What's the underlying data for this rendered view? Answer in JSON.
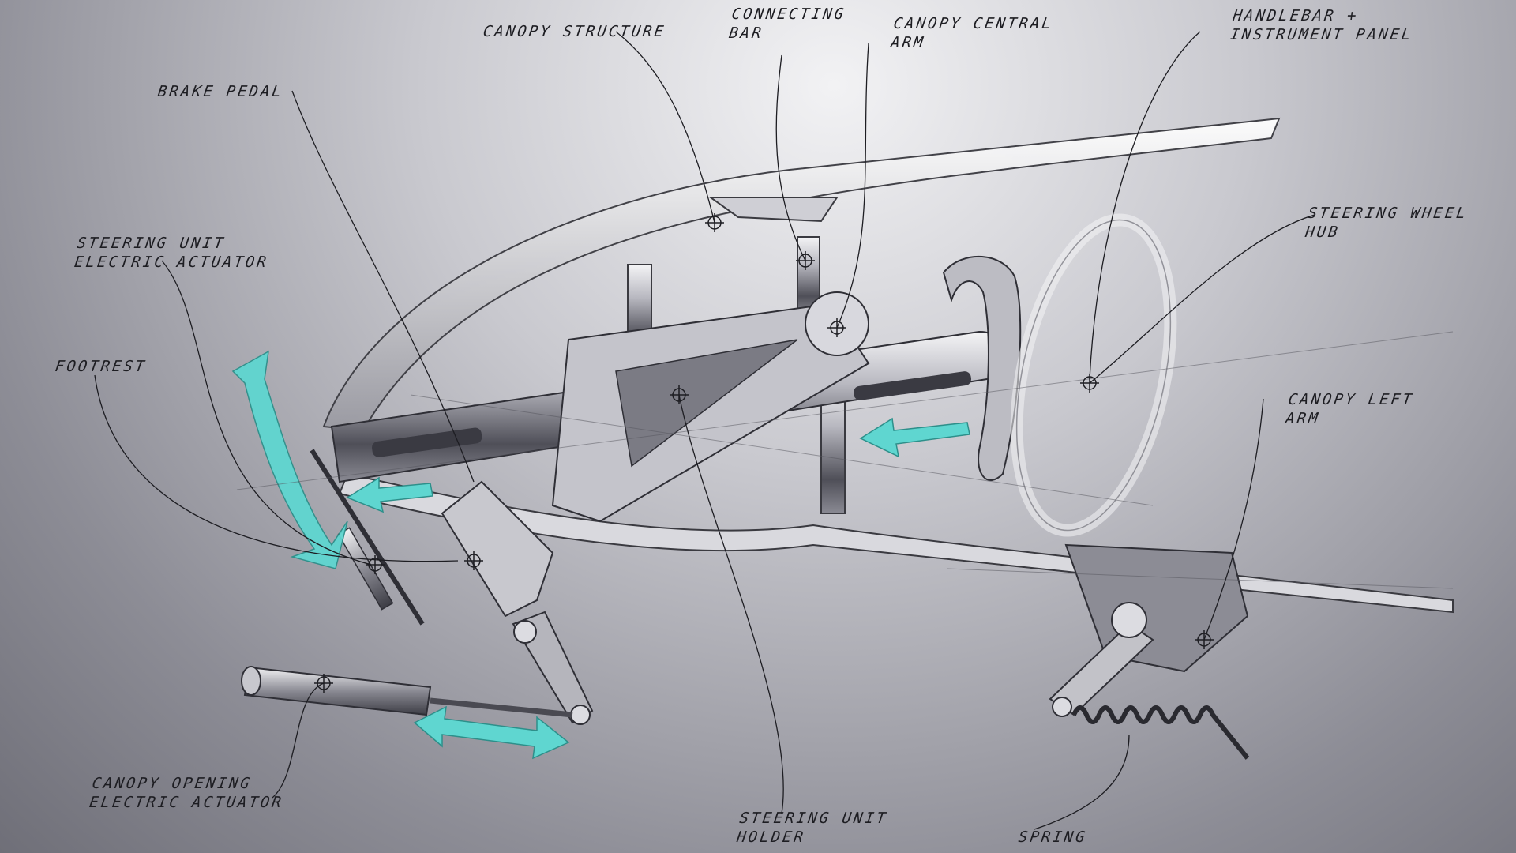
{
  "labels": {
    "canopy_structure": "Canopy structure",
    "connecting_bar": [
      "Connecting",
      "bar"
    ],
    "canopy_central_arm": [
      "Canopy central",
      "arm"
    ],
    "handlebar": [
      "Handlebar +",
      "instrument panel"
    ],
    "brake_pedal": "Brake pedal",
    "steering_actuator": [
      "Steering unit",
      "electric actuator"
    ],
    "steering_wheel_hub": [
      "Steering wheel",
      "hub"
    ],
    "footrest": "Footrest",
    "canopy_left_arm": [
      "Canopy left",
      "arm"
    ],
    "canopy_opening_actuator": [
      "Canopy opening",
      "electric actuator"
    ],
    "steering_unit_holder": [
      "Steering unit",
      "holder"
    ],
    "spring": "Spring"
  },
  "colors": {
    "accent_arrow": "#5fd6d0",
    "ink": "#1d1d22",
    "metal_light": "#e8e8ec",
    "metal_dark": "#5a5a63"
  }
}
